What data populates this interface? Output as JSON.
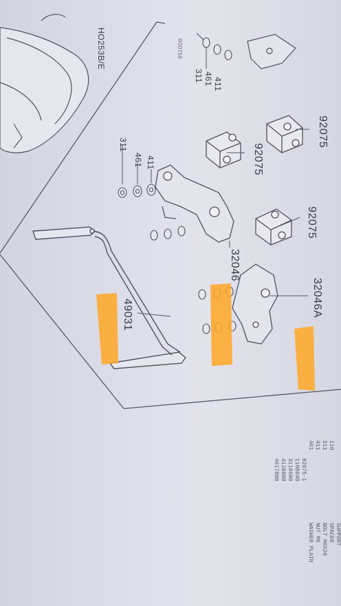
{
  "page": {
    "section_code": "HO253B/E",
    "sheet_code": "R00758"
  },
  "labels": {
    "p92075_a": "92075",
    "p92075_b": "92075",
    "p92075_c": "92075",
    "p32046": "32046",
    "p32046A": "32046A",
    "p49031": "49031",
    "p411_a": "411",
    "p461_a": "461",
    "p311_a": "311",
    "p411_b": "411",
    "p461_b": "461",
    "p311_b": "311"
  },
  "parts_table": {
    "refs": [
      "110",
      "311",
      "411",
      "461"
    ],
    "part_numbers": [
      "92075-1",
      "1108640",
      "3118600",
      "4118000",
      "4617800"
    ],
    "descriptions": [
      "SUPPORT",
      "SPACER",
      "BOLT M6X20",
      "NUT M6",
      "WASHER PLAIN"
    ]
  },
  "highlight_color": "#ffa726"
}
